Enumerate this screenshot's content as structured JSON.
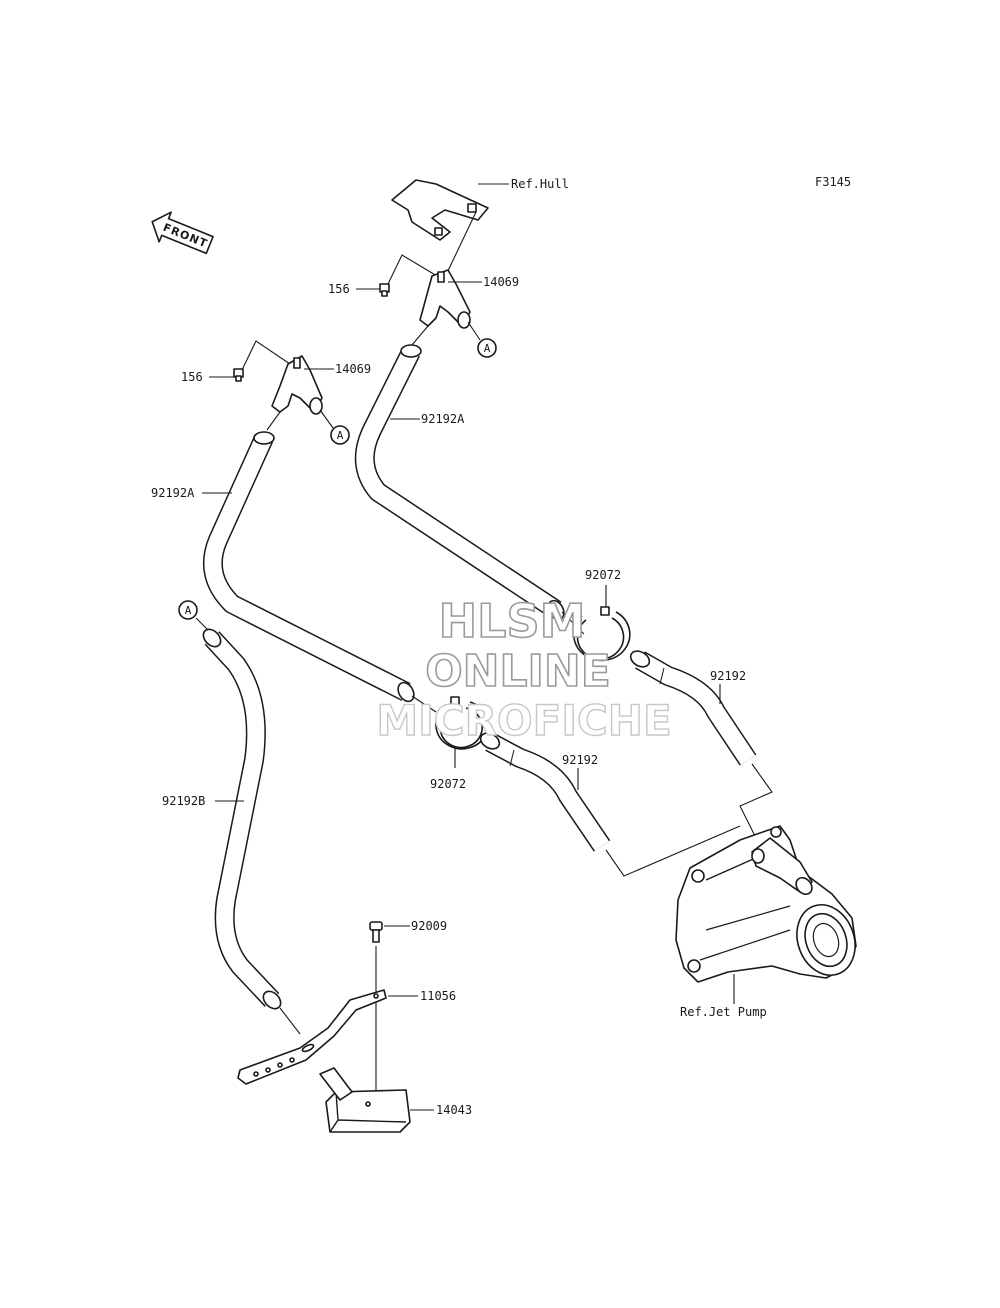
{
  "figure_code": "F3145",
  "front_indicator": "FRONT",
  "callouts": {
    "ref_hull": "Ref.Hull",
    "ref_jet_pump": "Ref.Jet Pump",
    "bolt_upper": "156",
    "bolt_lower": "156",
    "fitting_upper": "14069",
    "fitting_lower": "14069",
    "hose_upper": "92192A",
    "hose_lower": "92192A",
    "hose_long": "92192B",
    "clamp_upper": "92072",
    "clamp_lower": "92072",
    "hose_short_right": "92192",
    "hose_short_left": "92192",
    "screw": "92009",
    "bracket": "11056",
    "filter": "14043"
  },
  "reference_markers": {
    "upper": "A",
    "lower": "A",
    "hose_start": "A"
  },
  "watermark": {
    "line1": "HLSM",
    "line2": "ONLINE",
    "line3": "MICROFICHE"
  }
}
